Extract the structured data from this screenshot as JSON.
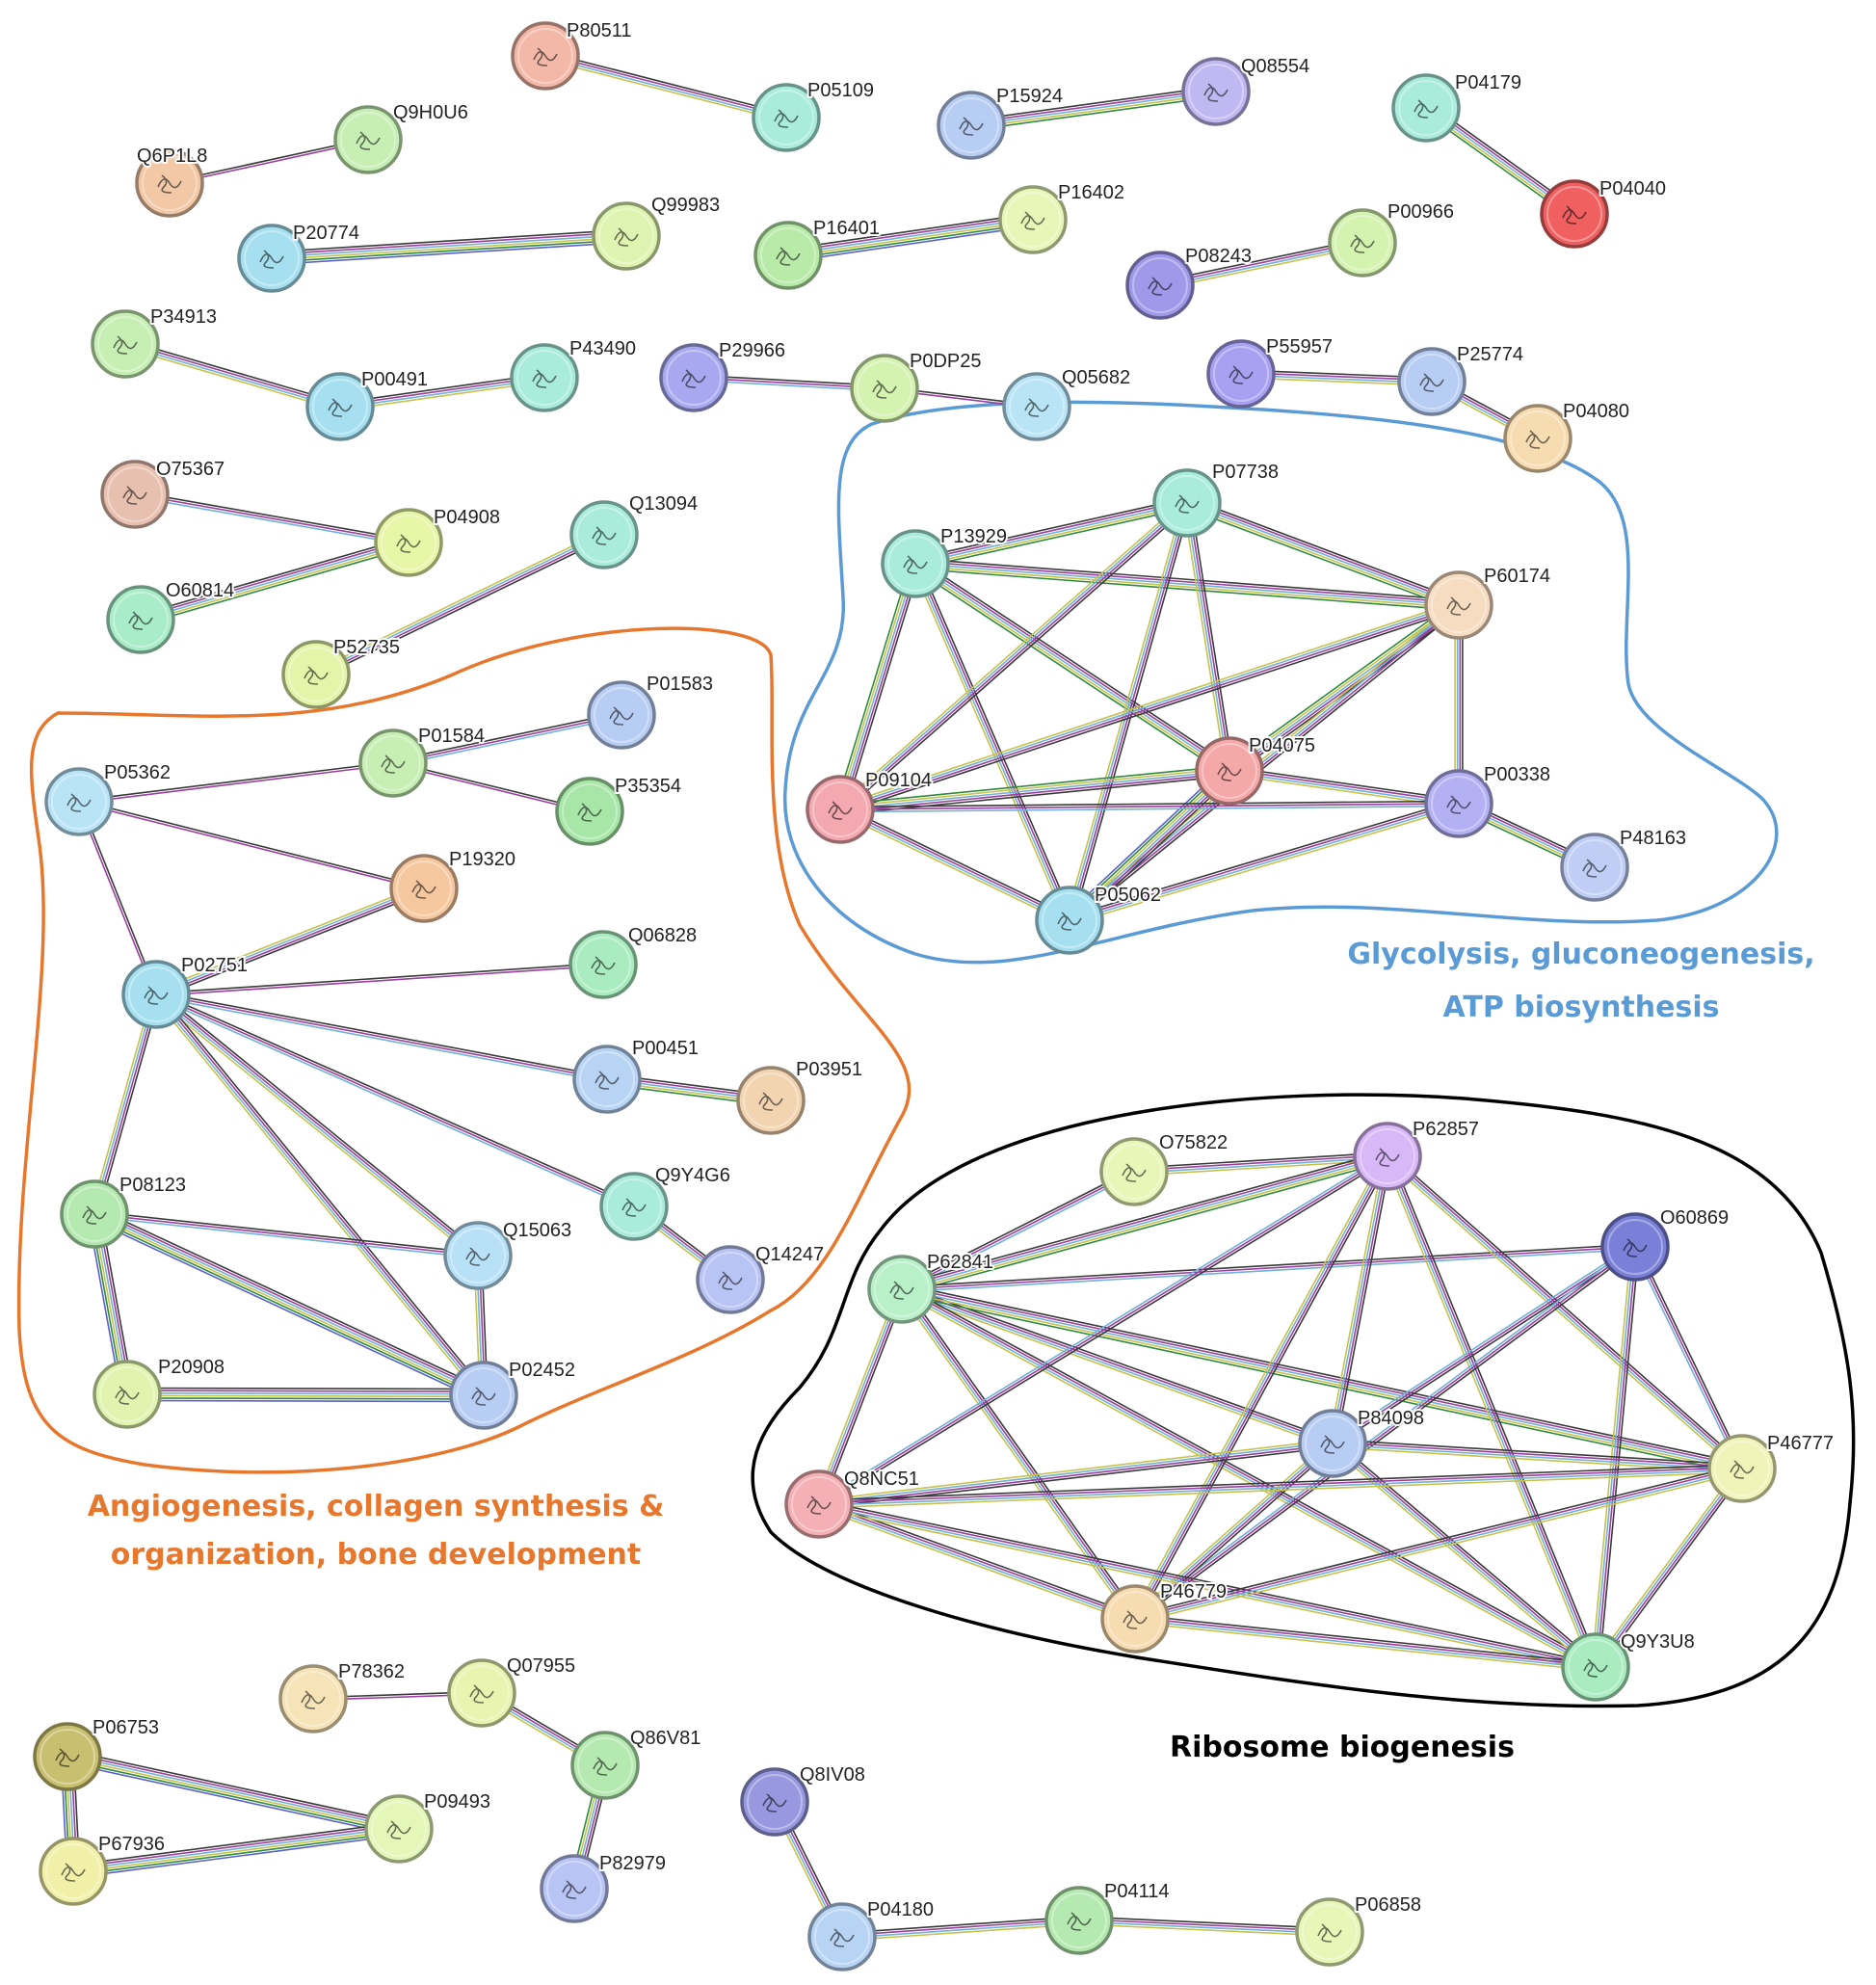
{
  "colors": {
    "angiogenesis": "#E8772E",
    "glycolysis": "#5B9BD5",
    "ribosome": "#000000",
    "edge_palette": [
      "#3a3a3a",
      "#9a3fa0",
      "#6fb1d8",
      "#c7c24a",
      "#2f8a3c",
      "#5a5fd0"
    ]
  },
  "clusters": [
    {
      "id": "angiogenesis",
      "label_lines": [
        "Angiogenesis, collagen synthesis &",
        "organization, bone development"
      ]
    },
    {
      "id": "glycolysis",
      "label_lines": [
        "Glycolysis, gluconeogenesis,",
        "ATP biosynthesis"
      ]
    },
    {
      "id": "ribosome",
      "label_lines": [
        "Ribosome biogenesis"
      ]
    }
  ],
  "nodes": [
    {
      "id": "P80511",
      "color": "#f4b8a8"
    },
    {
      "id": "P05109",
      "color": "#a9ecdc"
    },
    {
      "id": "Q6P1L8",
      "color": "#f2c8a6"
    },
    {
      "id": "Q9H0U6",
      "color": "#c7efb4"
    },
    {
      "id": "P15924",
      "color": "#b8cdf4"
    },
    {
      "id": "Q08554",
      "color": "#c0b8f0"
    },
    {
      "id": "P04179",
      "color": "#a9ecdc"
    },
    {
      "id": "P04040",
      "color": "#f06060"
    },
    {
      "id": "P20774",
      "color": "#a6e0f0"
    },
    {
      "id": "Q99983",
      "color": "#dff4b0"
    },
    {
      "id": "P16401",
      "color": "#b8eaa8"
    },
    {
      "id": "P16402",
      "color": "#e8f6b8"
    },
    {
      "id": "P08243",
      "color": "#a098e8"
    },
    {
      "id": "P00966",
      "color": "#d4f2b0"
    },
    {
      "id": "P34913",
      "color": "#c7efb4"
    },
    {
      "id": "P00491",
      "color": "#a6e0f0"
    },
    {
      "id": "P43490",
      "color": "#a9ecdc"
    },
    {
      "id": "P29966",
      "color": "#a8a8f0"
    },
    {
      "id": "P0DP25",
      "color": "#d4f2b0"
    },
    {
      "id": "Q05682",
      "color": "#b8e4f6"
    },
    {
      "id": "P55957",
      "color": "#a8a0f0"
    },
    {
      "id": "P25774",
      "color": "#b8cdf4"
    },
    {
      "id": "P04080",
      "color": "#f6dcb0"
    },
    {
      "id": "O75367",
      "color": "#e8c0b0"
    },
    {
      "id": "P04908",
      "color": "#e8f6a8"
    },
    {
      "id": "O60814",
      "color": "#a9ecc8"
    },
    {
      "id": "Q13094",
      "color": "#a9ecdc"
    },
    {
      "id": "P52735",
      "color": "#e4f4a8"
    },
    {
      "id": "P07738",
      "color": "#a9ecdc"
    },
    {
      "id": "P13929",
      "color": "#a9ecdc"
    },
    {
      "id": "P60174",
      "color": "#f6dcc0"
    },
    {
      "id": "P04075",
      "color": "#f4a8a8"
    },
    {
      "id": "P09104",
      "color": "#f4a8b0"
    },
    {
      "id": "P00338",
      "color": "#b4b0f4"
    },
    {
      "id": "P48163",
      "color": "#c0cef6"
    },
    {
      "id": "P05062",
      "color": "#a6e0f0"
    },
    {
      "id": "P01583",
      "color": "#b8cdf4"
    },
    {
      "id": "P05362",
      "color": "#b8e4f6"
    },
    {
      "id": "P01584",
      "color": "#c7efb4"
    },
    {
      "id": "P35354",
      "color": "#a8e6a8"
    },
    {
      "id": "P19320",
      "color": "#f6c8a0"
    },
    {
      "id": "Q06828",
      "color": "#a9ecc0"
    },
    {
      "id": "P02751",
      "color": "#a6e0f0"
    },
    {
      "id": "P00451",
      "color": "#b8d4f4"
    },
    {
      "id": "P03951",
      "color": "#f2d4b0"
    },
    {
      "id": "Q9Y4G6",
      "color": "#a9ecdc"
    },
    {
      "id": "P08123",
      "color": "#b4eab0"
    },
    {
      "id": "Q15063",
      "color": "#b8e0f6"
    },
    {
      "id": "Q14247",
      "color": "#b8c4f4"
    },
    {
      "id": "P20908",
      "color": "#e0f4b0"
    },
    {
      "id": "P02452",
      "color": "#b8cdf4"
    },
    {
      "id": "O75822",
      "color": "#e8f6b8"
    },
    {
      "id": "P62857",
      "color": "#d8b8f6"
    },
    {
      "id": "O60869",
      "color": "#7a80d8"
    },
    {
      "id": "P62841",
      "color": "#b8f0c8"
    },
    {
      "id": "P84098",
      "color": "#b8cdf4"
    },
    {
      "id": "P46777",
      "color": "#f0f4b8"
    },
    {
      "id": "Q8NC51",
      "color": "#f4b0b4"
    },
    {
      "id": "P46779",
      "color": "#f6dcb0"
    },
    {
      "id": "Q9Y3U8",
      "color": "#a9ecc0"
    },
    {
      "id": "P78362",
      "color": "#f6e4b8"
    },
    {
      "id": "Q07955",
      "color": "#e8f4b0"
    },
    {
      "id": "P06753",
      "color": "#c8c070"
    },
    {
      "id": "Q86V81",
      "color": "#b4eab0"
    },
    {
      "id": "P09493",
      "color": "#e4f6b8"
    },
    {
      "id": "P67936",
      "color": "#f0f0a8"
    },
    {
      "id": "P82979",
      "color": "#b8c4f4"
    },
    {
      "id": "Q8IV08",
      "color": "#9898e0"
    },
    {
      "id": "P04180",
      "color": "#b8d4f4"
    },
    {
      "id": "P04114",
      "color": "#b4eab0"
    },
    {
      "id": "P06858",
      "color": "#e8f6b8"
    }
  ],
  "edges": [
    [
      "P80511",
      "P05109",
      4
    ],
    [
      "Q6P1L8",
      "Q9H0U6",
      2
    ],
    [
      "P15924",
      "Q08554",
      5
    ],
    [
      "P04179",
      "P04040",
      5
    ],
    [
      "P20774",
      "Q99983",
      6
    ],
    [
      "P16401",
      "P16402",
      6
    ],
    [
      "P08243",
      "P00966",
      4
    ],
    [
      "P34913",
      "P00491",
      4
    ],
    [
      "P00491",
      "P43490",
      4
    ],
    [
      "P29966",
      "P0DP25",
      3
    ],
    [
      "P0DP25",
      "Q05682",
      2
    ],
    [
      "P55957",
      "P25774",
      4
    ],
    [
      "P25774",
      "P04080",
      4
    ],
    [
      "O75367",
      "P04908",
      3
    ],
    [
      "O60814",
      "P04908",
      5
    ],
    [
      "Q13094",
      "P52735",
      4
    ],
    [
      "P13929",
      "P07738",
      5
    ],
    [
      "P13929",
      "P60174",
      5
    ],
    [
      "P13929",
      "P04075",
      5
    ],
    [
      "P13929",
      "P09104",
      5
    ],
    [
      "P13929",
      "P05062",
      4
    ],
    [
      "P07738",
      "P60174",
      5
    ],
    [
      "P07738",
      "P04075",
      4
    ],
    [
      "P07738",
      "P09104",
      4
    ],
    [
      "P07738",
      "P05062",
      4
    ],
    [
      "P60174",
      "P04075",
      5
    ],
    [
      "P60174",
      "P09104",
      4
    ],
    [
      "P60174",
      "P05062",
      4
    ],
    [
      "P60174",
      "P00338",
      4
    ],
    [
      "P04075",
      "P09104",
      5
    ],
    [
      "P04075",
      "P05062",
      6
    ],
    [
      "P04075",
      "P00338",
      4
    ],
    [
      "P09104",
      "P05062",
      4
    ],
    [
      "P09104",
      "P00338",
      3
    ],
    [
      "P00338",
      "P48163",
      5
    ],
    [
      "P05062",
      "P00338",
      4
    ],
    [
      "P05362",
      "P01584",
      2
    ],
    [
      "P01584",
      "P01583",
      3
    ],
    [
      "P01584",
      "P35354",
      2
    ],
    [
      "P05362",
      "P19320",
      2
    ],
    [
      "P05362",
      "P02751",
      2
    ],
    [
      "P19320",
      "P02751",
      4
    ],
    [
      "P02751",
      "Q06828",
      2
    ],
    [
      "P02751",
      "P00451",
      3
    ],
    [
      "P02751",
      "Q9Y4G6",
      3
    ],
    [
      "P02751",
      "P08123",
      4
    ],
    [
      "P02751",
      "Q15063",
      4
    ],
    [
      "P02751",
      "P02452",
      4
    ],
    [
      "P00451",
      "P03951",
      5
    ],
    [
      "Q9Y4G6",
      "Q14247",
      4
    ],
    [
      "P08123",
      "Q15063",
      3
    ],
    [
      "P08123",
      "P02452",
      6
    ],
    [
      "P08123",
      "P20908",
      6
    ],
    [
      "P20908",
      "P02452",
      6
    ],
    [
      "Q15063",
      "P02452",
      4
    ],
    [
      "O75822",
      "P62857",
      4
    ],
    [
      "P62841",
      "O75822",
      3
    ],
    [
      "P62841",
      "P62857",
      5
    ],
    [
      "P62841",
      "O60869",
      3
    ],
    [
      "P62841",
      "P84098",
      4
    ],
    [
      "P62841",
      "P46777",
      5
    ],
    [
      "P62841",
      "Q8NC51",
      4
    ],
    [
      "P62841",
      "P46779",
      4
    ],
    [
      "P62841",
      "Q9Y3U8",
      4
    ],
    [
      "P62857",
      "P84098",
      4
    ],
    [
      "P62857",
      "P46777",
      4
    ],
    [
      "P62857",
      "Q8NC51",
      3
    ],
    [
      "P62857",
      "P46779",
      4
    ],
    [
      "P62857",
      "Q9Y3U8",
      4
    ],
    [
      "O60869",
      "P84098",
      3
    ],
    [
      "O60869",
      "P46777",
      3
    ],
    [
      "O60869",
      "Q9Y3U8",
      4
    ],
    [
      "O60869",
      "P46779",
      3
    ],
    [
      "P84098",
      "P46777",
      4
    ],
    [
      "P84098",
      "Q8NC51",
      4
    ],
    [
      "P84098",
      "P46779",
      4
    ],
    [
      "P84098",
      "Q9Y3U8",
      4
    ],
    [
      "Q8NC51",
      "P46777",
      4
    ],
    [
      "Q8NC51",
      "P46779",
      4
    ],
    [
      "Q8NC51",
      "Q9Y3U8",
      4
    ],
    [
      "P46779",
      "P46777",
      4
    ],
    [
      "P46779",
      "Q9Y3U8",
      4
    ],
    [
      "P46777",
      "Q9Y3U8",
      4
    ],
    [
      "P78362",
      "Q07955",
      2
    ],
    [
      "Q07955",
      "Q86V81",
      4
    ],
    [
      "Q86V81",
      "P82979",
      5
    ],
    [
      "P06753",
      "P09493",
      6
    ],
    [
      "P06753",
      "P67936",
      6
    ],
    [
      "P67936",
      "P09493",
      6
    ],
    [
      "Q8IV08",
      "P04180",
      4
    ],
    [
      "P04180",
      "P04114",
      4
    ],
    [
      "P04114",
      "P06858",
      4
    ]
  ]
}
